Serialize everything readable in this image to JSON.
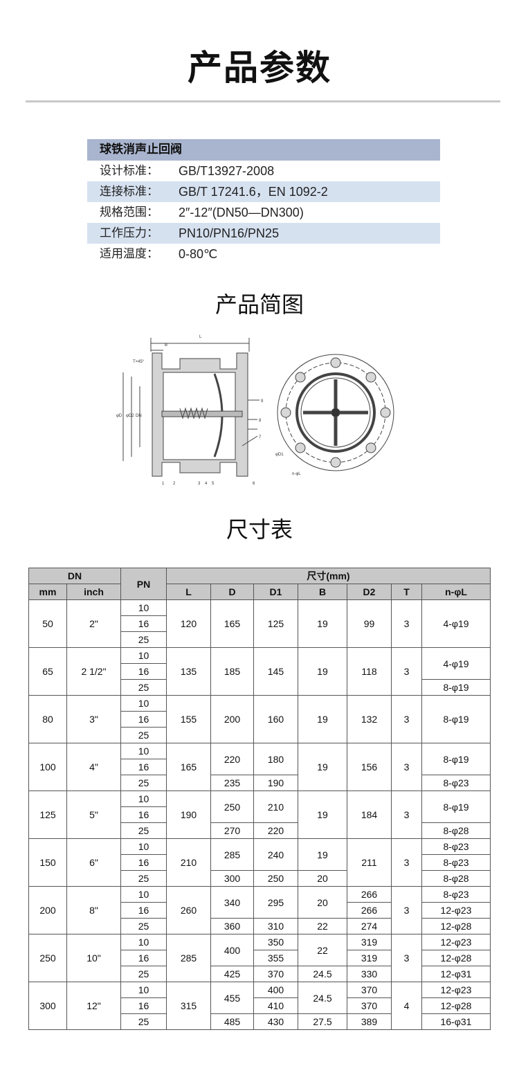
{
  "page_title": "产品参数",
  "spec": {
    "product_name": "球铁消声止回阀",
    "rows": [
      {
        "label": "设计标准：",
        "value": "GB/T13927-2008"
      },
      {
        "label": "连接标准：",
        "value": "GB/T 17241.6，EN 1092-2"
      },
      {
        "label": "规格范围：",
        "value": "2″-12″(DN50—DN300)"
      },
      {
        "label": "工作压力：",
        "value": "PN10/PN16/PN25"
      },
      {
        "label": "适用温度：",
        "value": "0-80℃"
      }
    ]
  },
  "diagram": {
    "title": "产品简图",
    "labels": [
      "L",
      "B",
      "T×45°",
      "φD",
      "φD2",
      "DN",
      "1",
      "2",
      "3",
      "4",
      "5",
      "6",
      "7",
      "8",
      "9",
      "φD1",
      "n-φL"
    ]
  },
  "table": {
    "title": "尺寸表",
    "headers": {
      "dn": "DN",
      "mm": "mm",
      "inch": "inch",
      "pn": "PN",
      "dims": "尺寸(mm)",
      "L": "L",
      "D": "D",
      "D1": "D1",
      "B": "B",
      "D2": "D2",
      "T": "T",
      "nL": "n-φL"
    },
    "rows": [
      {
        "pn": [
          "10",
          "16",
          "25"
        ],
        "mm": "50",
        "inch": "2\"",
        "L": "120",
        "D": [
          [
            "165",
            3
          ]
        ],
        "D1": [
          [
            "125",
            3
          ]
        ],
        "B": [
          [
            "19",
            3
          ]
        ],
        "D2": [
          [
            "99",
            3
          ]
        ],
        "T": [
          [
            "3",
            3
          ]
        ],
        "nL": [
          [
            "4-φ19",
            3
          ]
        ]
      },
      {
        "pn": [
          "10",
          "16",
          "25"
        ],
        "mm": "65",
        "inch": "2 1/2\"",
        "L": "135",
        "D": [
          [
            "185",
            3
          ]
        ],
        "D1": [
          [
            "145",
            3
          ]
        ],
        "B": [
          [
            "19",
            3
          ]
        ],
        "D2": [
          [
            "118",
            3
          ]
        ],
        "T": [
          [
            "3",
            3
          ]
        ],
        "nL": [
          [
            "4-φ19",
            2
          ],
          [
            "8-φ19",
            1
          ]
        ]
      },
      {
        "pn": [
          "10",
          "16",
          "25"
        ],
        "mm": "80",
        "inch": "3\"",
        "L": "155",
        "D": [
          [
            "200",
            3
          ]
        ],
        "D1": [
          [
            "160",
            3
          ]
        ],
        "B": [
          [
            "19",
            3
          ]
        ],
        "D2": [
          [
            "132",
            3
          ]
        ],
        "T": [
          [
            "3",
            3
          ]
        ],
        "nL": [
          [
            "8-φ19",
            3
          ]
        ]
      },
      {
        "pn": [
          "10",
          "16",
          "25"
        ],
        "mm": "100",
        "inch": "4\"",
        "L": "165",
        "D": [
          [
            "220",
            2
          ],
          [
            "235",
            1
          ]
        ],
        "D1": [
          [
            "180",
            2
          ],
          [
            "190",
            1
          ]
        ],
        "B": [
          [
            "19",
            3
          ]
        ],
        "D2": [
          [
            "156",
            3
          ]
        ],
        "T": [
          [
            "3",
            3
          ]
        ],
        "nL": [
          [
            "8-φ19",
            2
          ],
          [
            "8-φ23",
            1
          ]
        ]
      },
      {
        "pn": [
          "10",
          "16",
          "25"
        ],
        "mm": "125",
        "inch": "5\"",
        "L": "190",
        "D": [
          [
            "250",
            2
          ],
          [
            "270",
            1
          ]
        ],
        "D1": [
          [
            "210",
            2
          ],
          [
            "220",
            1
          ]
        ],
        "B": [
          [
            "19",
            3
          ]
        ],
        "D2": [
          [
            "184",
            3
          ]
        ],
        "T": [
          [
            "3",
            3
          ]
        ],
        "nL": [
          [
            "8-φ19",
            2
          ],
          [
            "8-φ28",
            1
          ]
        ]
      },
      {
        "pn": [
          "10",
          "16",
          "25"
        ],
        "mm": "150",
        "inch": "6\"",
        "L": "210",
        "D": [
          [
            "285",
            2
          ],
          [
            "300",
            1
          ]
        ],
        "D1": [
          [
            "240",
            2
          ],
          [
            "250",
            1
          ]
        ],
        "B": [
          [
            "19",
            2
          ],
          [
            "20",
            1
          ]
        ],
        "D2": [
          [
            "211",
            3
          ]
        ],
        "T": [
          [
            "3",
            3
          ]
        ],
        "nL": [
          [
            "8-φ23",
            1
          ],
          [
            "8-φ23",
            1
          ],
          [
            "8-φ28",
            1
          ]
        ]
      },
      {
        "pn": [
          "10",
          "16",
          "25"
        ],
        "mm": "200",
        "inch": "8\"",
        "L": "260",
        "D": [
          [
            "340",
            2
          ],
          [
            "360",
            1
          ]
        ],
        "D1": [
          [
            "295",
            2
          ],
          [
            "310",
            1
          ]
        ],
        "B": [
          [
            "20",
            2
          ],
          [
            "22",
            1
          ]
        ],
        "D2": [
          [
            "266",
            1
          ],
          [
            "266",
            1
          ],
          [
            "274",
            1
          ]
        ],
        "T": [
          [
            "3",
            3
          ]
        ],
        "nL": [
          [
            "8-φ23",
            1
          ],
          [
            "12-φ23",
            1
          ],
          [
            "12-φ28",
            1
          ]
        ]
      },
      {
        "pn": [
          "10",
          "16",
          "25"
        ],
        "mm": "250",
        "inch": "10\"",
        "L": "285",
        "D": [
          [
            "400",
            2
          ],
          [
            "425",
            1
          ]
        ],
        "D1": [
          [
            "350",
            1
          ],
          [
            "355",
            1
          ],
          [
            "370",
            1
          ]
        ],
        "B": [
          [
            "22",
            2
          ],
          [
            "24.5",
            1
          ]
        ],
        "D2": [
          [
            "319",
            1
          ],
          [
            "319",
            1
          ],
          [
            "330",
            1
          ]
        ],
        "T": [
          [
            "3",
            3
          ]
        ],
        "nL": [
          [
            "12-φ23",
            1
          ],
          [
            "12-φ28",
            1
          ],
          [
            "12-φ31",
            1
          ]
        ]
      },
      {
        "pn": [
          "10",
          "16",
          "25"
        ],
        "mm": "300",
        "inch": "12\"",
        "L": "315",
        "D": [
          [
            "455",
            2
          ],
          [
            "485",
            1
          ]
        ],
        "D1": [
          [
            "400",
            1
          ],
          [
            "410",
            1
          ],
          [
            "430",
            1
          ]
        ],
        "B": [
          [
            "24.5",
            2
          ],
          [
            "27.5",
            1
          ]
        ],
        "D2": [
          [
            "370",
            1
          ],
          [
            "370",
            1
          ],
          [
            "389",
            1
          ]
        ],
        "T": [
          [
            "4",
            3
          ]
        ],
        "nL": [
          [
            "12-φ23",
            1
          ],
          [
            "12-φ28",
            1
          ],
          [
            "16-φ31",
            1
          ]
        ]
      }
    ]
  }
}
